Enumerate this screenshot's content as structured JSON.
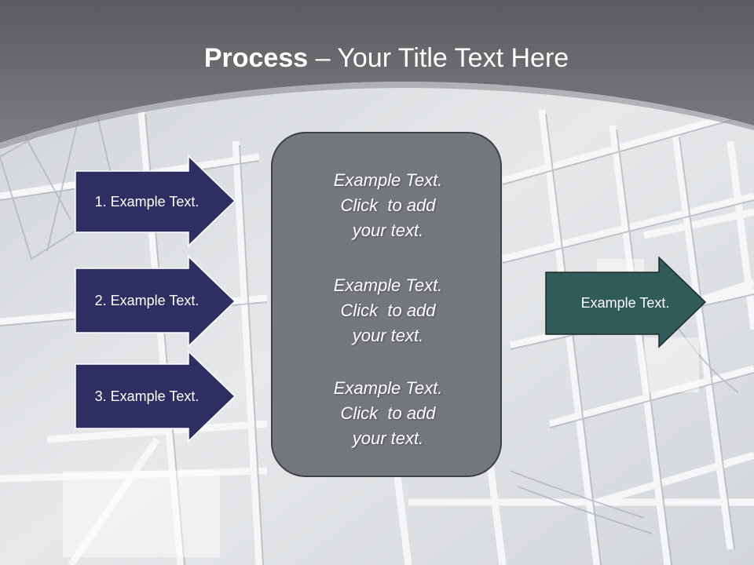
{
  "title": {
    "bold": "Process",
    "rest": " – Your Title Text Here"
  },
  "arrows_left": [
    {
      "label": "1. Example Text."
    },
    {
      "label": "2. Example Text."
    },
    {
      "label": "3. Example Text."
    }
  ],
  "arrow_right": {
    "label": "Example Text."
  },
  "panel": {
    "blocks": [
      {
        "line1": "Example Text.",
        "line2": "Click  to add",
        "line3": "your text."
      },
      {
        "line1": "Example Text.",
        "line2": "Click  to add",
        "line3": "your text."
      },
      {
        "line1": "Example Text.",
        "line2": "Click  to add",
        "line3": "your text."
      }
    ]
  },
  "colors": {
    "header_band": "#636569",
    "left_arrows": "#2e2e63",
    "right_arrow": "#2f5c59",
    "panel": "#74777c"
  }
}
